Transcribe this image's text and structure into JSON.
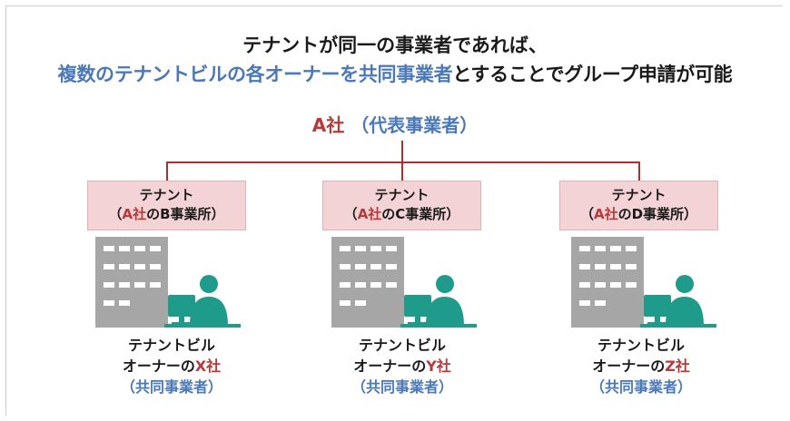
{
  "title": {
    "line1": "テナントが同一の事業者であれば、",
    "line2_highlight": "複数のテナントビルの各オーナーを共同事業者",
    "line2_rest": "とすることでグループ申請が可能"
  },
  "representative": {
    "company": "A社",
    "role": "（代表事業者）"
  },
  "columns": [
    {
      "tenant_title": "テナント",
      "tenant_open": "（",
      "tenant_company": "A社",
      "tenant_office": "のB事業所）",
      "owner_line1": "テナントビル",
      "owner_prefix": "オーナーの",
      "owner_company": "X社",
      "owner_role": "（共同事業者）"
    },
    {
      "tenant_title": "テナント",
      "tenant_open": "（",
      "tenant_company": "A社",
      "tenant_office": "のC事業所）",
      "owner_line1": "テナントビル",
      "owner_prefix": "オーナーの",
      "owner_company": "Y社",
      "owner_role": "（共同事業者）"
    },
    {
      "tenant_title": "テナント",
      "tenant_open": "（",
      "tenant_company": "A社",
      "tenant_office": "のD事業所）",
      "owner_line1": "テナントビル",
      "owner_prefix": "オーナーの",
      "owner_company": "Z社",
      "owner_role": "（共同事業者）"
    }
  ],
  "colors": {
    "highlight_blue": "#4a78b8",
    "accent_red": "#b63a3a",
    "tenant_box": "#f4d3d6",
    "building_gray": "#a6a6a6",
    "person_teal": "#1e9b8a"
  }
}
